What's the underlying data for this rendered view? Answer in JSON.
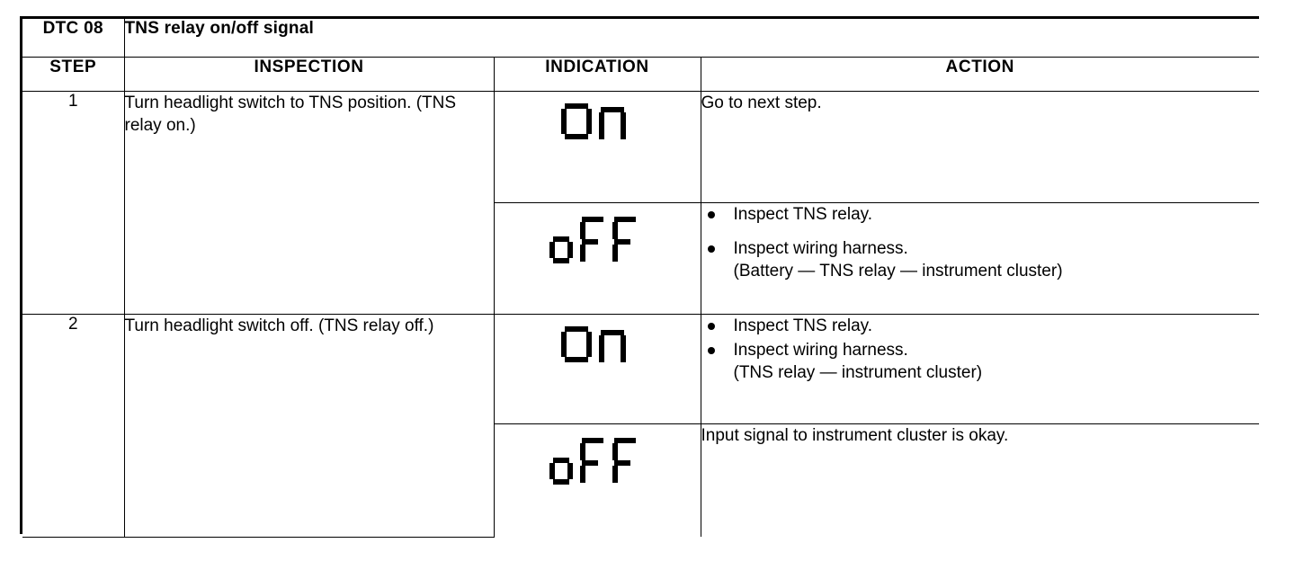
{
  "table": {
    "dtc_code": "DTC 08",
    "dtc_title": "TNS relay on/off signal",
    "columns": {
      "step": "STEP",
      "inspection": "INSPECTION",
      "indication": "INDICATION",
      "action": "ACTION"
    },
    "rows": [
      {
        "step": "1",
        "inspection": "Turn headlight switch to TNS position. (TNS relay on.)",
        "sub_rows": [
          {
            "indication": "On",
            "indication_glyph": "lcd-on",
            "action_kind": "text",
            "action_text": "Go to next step."
          },
          {
            "indication": "oFF",
            "indication_glyph": "lcd-off",
            "action_kind": "bullets",
            "action_spacing": "loose",
            "bullets": [
              {
                "text": "Inspect TNS relay.",
                "sub": ""
              },
              {
                "text": "Inspect wiring harness.",
                "sub": "(Battery — TNS relay — instrument cluster)"
              }
            ]
          }
        ]
      },
      {
        "step": "2",
        "inspection": "Turn headlight switch off. (TNS relay off.)",
        "sub_rows": [
          {
            "indication": "On",
            "indication_glyph": "lcd-on",
            "action_kind": "bullets",
            "action_spacing": "tight",
            "bullets": [
              {
                "text": "Inspect TNS relay.",
                "sub": ""
              },
              {
                "text": "Inspect wiring harness.",
                "sub": "(TNS relay — instrument cluster)"
              }
            ]
          },
          {
            "indication": "oFF",
            "indication_glyph": "lcd-off",
            "action_kind": "text",
            "action_text": "Input signal to instrument cluster is okay."
          }
        ]
      }
    ]
  },
  "colors": {
    "ink": "#000000",
    "paper": "#ffffff"
  }
}
